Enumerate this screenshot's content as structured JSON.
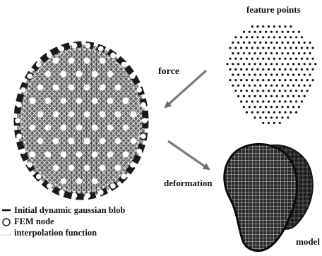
{
  "labels": {
    "feature_points": "feature points",
    "force": "force",
    "deformation": "deformation",
    "model": "model"
  },
  "legend": {
    "items": [
      {
        "symbol": "line-icon",
        "text": "Initial dynamic gaussian blob"
      },
      {
        "symbol": "circle-icon",
        "text": "FEM node"
      },
      {
        "symbol": "dotted-line-icon",
        "text": "interpolation function"
      }
    ]
  },
  "colors": {
    "ink": "#111111",
    "arrow": "#7a7a7a",
    "blob_fill": "#5a5a5a",
    "mesh_dark": "#1a1a1a",
    "node_fill": "#ffffff"
  }
}
